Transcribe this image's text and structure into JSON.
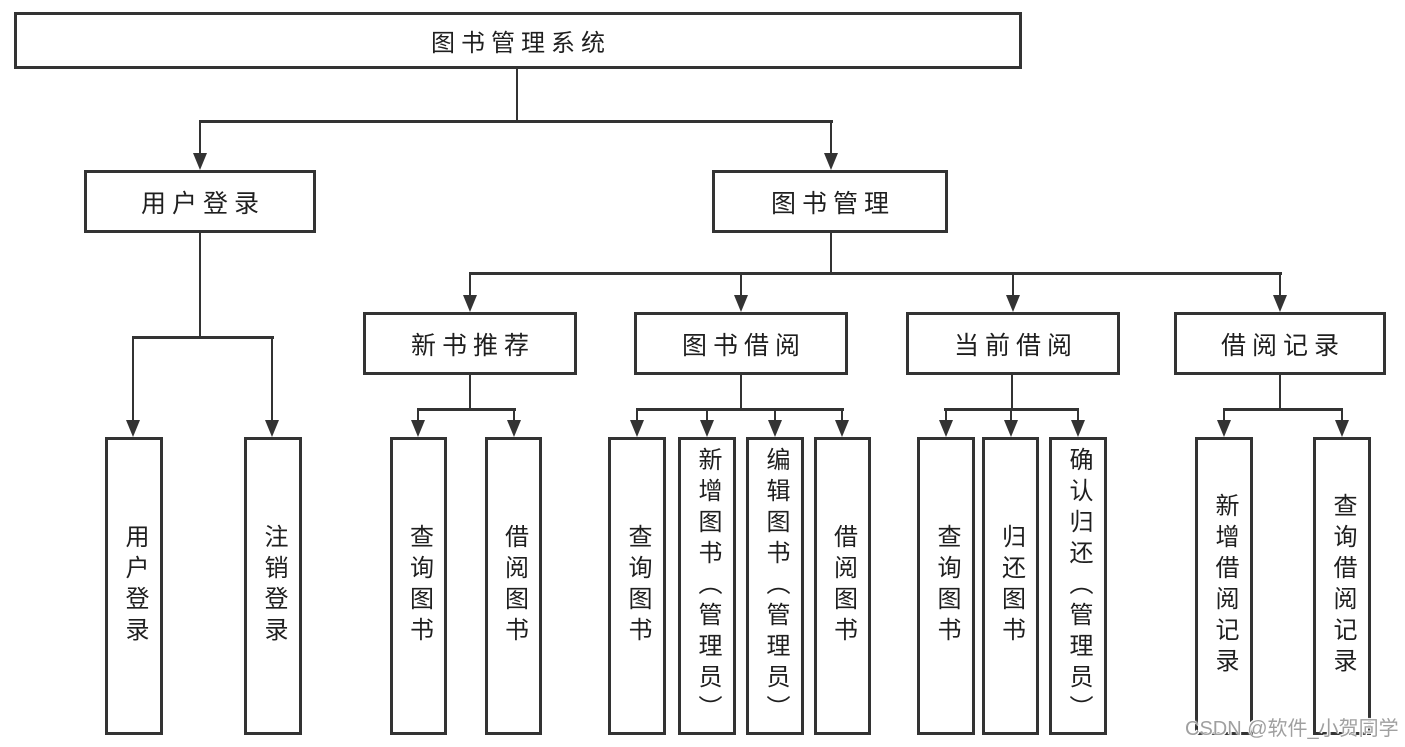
{
  "diagram": {
    "root": "图书管理系统",
    "branches": [
      {
        "label": "用户登录",
        "children": [
          "用户登录",
          "注销登录"
        ]
      },
      {
        "label": "图书管理",
        "sections": [
          {
            "label": "新书推荐",
            "children": [
              "查询图书",
              "借阅图书"
            ]
          },
          {
            "label": "图书借阅",
            "children": [
              "查询图书",
              "新增图书（管理员）",
              "编辑图书（管理员）",
              "借阅图书"
            ]
          },
          {
            "label": "当前借阅",
            "children": [
              "查询图书",
              "归还图书",
              "确认归还（管理员）"
            ]
          },
          {
            "label": "借阅记录",
            "children": [
              "新增借阅记录",
              "查询借阅记录"
            ]
          }
        ]
      }
    ]
  },
  "colors": {
    "line": "#333333",
    "text": "#1f1f1f",
    "background": "#ffffff",
    "watermark": "#a0a0a0"
  },
  "watermark": "CSDN @软件_小贺同学"
}
